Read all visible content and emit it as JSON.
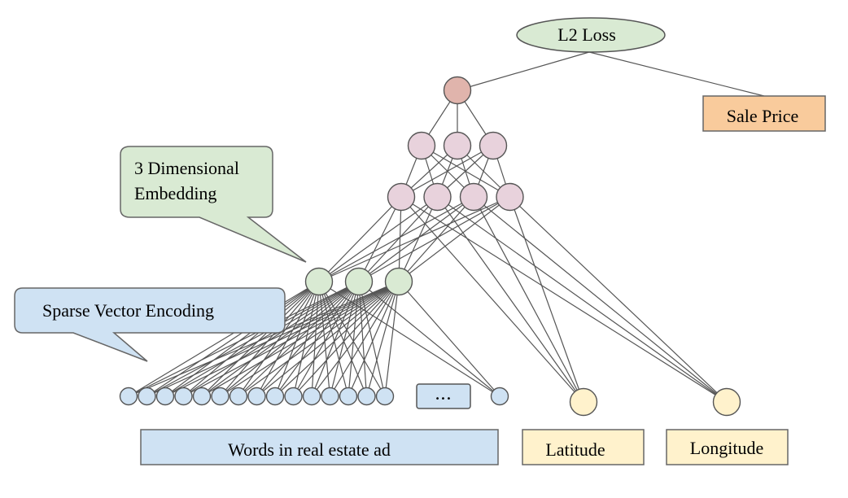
{
  "labels": {
    "loss": "L2 Loss",
    "target": "Sale Price",
    "embedding_callout_line1": "3 Dimensional",
    "embedding_callout_line2": "Embedding",
    "sparse_callout": "Sparse Vector Encoding",
    "ellipsis": "•••",
    "words_box": "Words in real estate ad",
    "latitude": "Latitude",
    "longitude": "Longitude"
  },
  "colors": {
    "loss_fill": "#d9ead3",
    "output_node": "#e0b4ac",
    "hidden_node": "#e8d2dc",
    "embedding_node": "#d9ead3",
    "word_node": "#cfe2f3",
    "geo_node": "#fff2cc",
    "sale_price_fill": "#f9cb9c",
    "latitude_fill": "#fff2cc",
    "embedding_callout_fill": "#d9ead3",
    "sparse_callout_fill": "#cfe2f3",
    "words_box_fill": "#cfe2f3",
    "ellipsis_fill": "#cfe2f3"
  },
  "network": {
    "word_nodes": 15,
    "embedding_nodes": 3,
    "hidden_layer_1_nodes": 4,
    "hidden_layer_2_nodes": 3,
    "output_nodes": 1
  }
}
